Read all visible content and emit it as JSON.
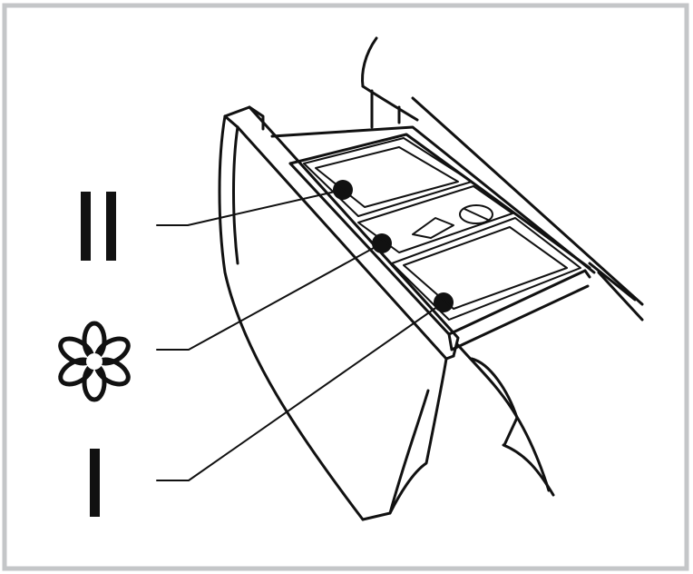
{
  "figure": {
    "border_color": "#c4c6c8",
    "ink_color": "#111111",
    "background": "#ffffff"
  },
  "compartments": [
    {
      "id": "prewash",
      "symbol_icon": "roman-numeral-ii-icon"
    },
    {
      "id": "softener",
      "symbol_icon": "flower-icon"
    },
    {
      "id": "mainwash",
      "symbol_icon": "roman-numeral-i-icon"
    }
  ]
}
